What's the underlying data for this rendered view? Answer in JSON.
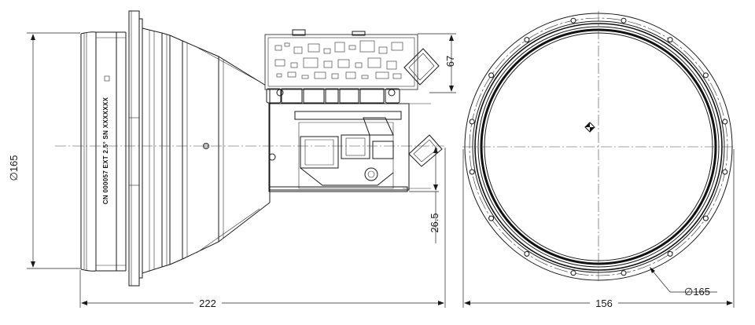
{
  "dimensions": {
    "side_diameter": "∅165",
    "length": "222",
    "module_height": "67",
    "axis_offset": "26.5",
    "front_width": "156",
    "front_diameter": "∅165"
  },
  "engraving": "CN 000057 EXT 2.5° SN XXXXXXX"
}
